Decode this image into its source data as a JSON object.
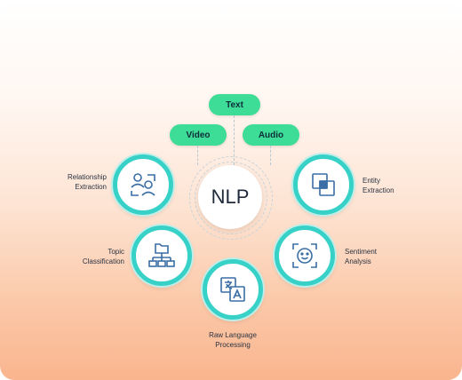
{
  "center": {
    "label": "NLP"
  },
  "inputs": [
    {
      "label": "Text"
    },
    {
      "label": "Video"
    },
    {
      "label": "Audio"
    }
  ],
  "nodes": {
    "relationship": {
      "line1": "Relationship",
      "line2": "Extraction",
      "icon": "people-icon"
    },
    "entity": {
      "line1": "Entity",
      "line2": "Extraction",
      "icon": "overlapping-squares-icon"
    },
    "topic": {
      "line1": "Topic",
      "line2": "Classification",
      "icon": "folder-tree-icon"
    },
    "sentiment": {
      "line1": "Sentiment",
      "line2": "Analysis",
      "icon": "smiley-face-icon"
    },
    "raw": {
      "line1": "Raw Language",
      "line2": "Processing",
      "icon": "translate-icon"
    }
  },
  "colors": {
    "accent": "#3ddc97",
    "ring": "#37d1c8",
    "icon": "#3a6ea5"
  }
}
